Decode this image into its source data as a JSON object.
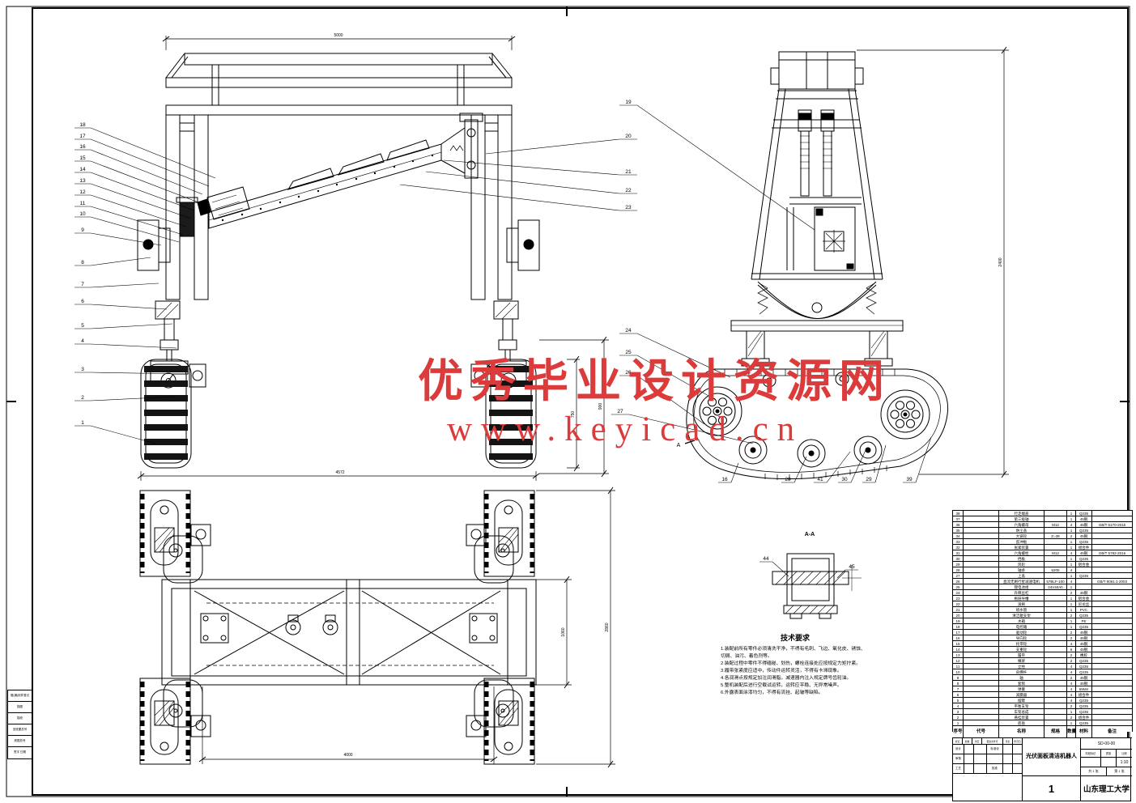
{
  "watermark": {
    "line1": "优秀毕业设计资源网",
    "line2": "www.keyicad.cn",
    "color": "#dc3b3b"
  },
  "views": {
    "detail_title": "A-A",
    "section_label": "A"
  },
  "callouts": {
    "left": [
      "18",
      "17",
      "16",
      "15",
      "14",
      "13",
      "12",
      "11",
      "10",
      "9",
      "8",
      "7",
      "6",
      "5",
      "4",
      "3",
      "2",
      "1"
    ],
    "mid": [
      "19",
      "20",
      "21",
      "22",
      "23"
    ],
    "mid2": [
      "24",
      "25",
      "26",
      "27"
    ],
    "bottom": [
      "16",
      "28",
      "41",
      "30",
      "29",
      "39"
    ],
    "detail": [
      "44",
      "45"
    ]
  },
  "dims": {
    "front_top": "5000",
    "front_bottom": "4572",
    "front_track": "750",
    "front_susp": "900",
    "side_height": "2400",
    "plan_width": "4000",
    "plan_frame": "1060",
    "plan_overall": "2860"
  },
  "tech": {
    "title": "技术要求",
    "lines": [
      "1.装配前所有零件必须清洗干净，不得有毛刺、飞边、氧化皮、锈蚀、切屑、油污、着色剂等。",
      "2.装配过程中零件不得磕碰、划伤，螺栓连接处应按规定力矩拧紧。",
      "3.履带张紧度应适中，传动件运转灵活，不得有卡滞现象。",
      "4.各润滑点按规定加注润滑脂，减速器内注入规定牌号齿轮油。",
      "5.整机装配后进行空载试运转，运转应平稳、无异常噪声。",
      "6.外露表面涂漆均匀，不得有流挂、起皱等缺陷。"
    ]
  },
  "bom": {
    "headers": [
      "序号",
      "代号",
      "名称",
      "规格",
      "数量",
      "材料",
      "备注"
    ],
    "fields": [
      "no",
      "code",
      "name",
      "spec",
      "qty",
      "mat",
      "note"
    ],
    "rows": [
      {
        "no": "38",
        "code": "",
        "name": "行走端盖",
        "spec": "",
        "qty": "1",
        "mat": "Q235",
        "note": ""
      },
      {
        "no": "37",
        "code": "",
        "name": "第三级轴",
        "spec": "",
        "qty": "1",
        "mat": "45钢",
        "note": ""
      },
      {
        "no": "36",
        "code": "",
        "name": "六角螺母",
        "spec": "M12",
        "qty": "4",
        "mat": "45钢",
        "note": "GB/T 6170-2015"
      },
      {
        "no": "35",
        "code": "",
        "name": "防尘盖",
        "spec": "",
        "qty": "1",
        "mat": "Q235",
        "note": ""
      },
      {
        "no": "34",
        "code": "",
        "name": "大链轮",
        "spec": "Z=38",
        "qty": "2",
        "mat": "45钢",
        "note": ""
      },
      {
        "no": "33",
        "code": "",
        "name": "反冲板",
        "spec": "",
        "qty": "1",
        "mat": "Q235",
        "note": ""
      },
      {
        "no": "32",
        "code": "",
        "name": "张紧装置",
        "spec": "",
        "qty": "1",
        "mat": "组合件",
        "note": ""
      },
      {
        "no": "31",
        "code": "",
        "name": "六角螺栓",
        "spec": "M12",
        "qty": "4",
        "mat": "45钢",
        "note": "GB/T 5782-2016"
      },
      {
        "no": "30",
        "code": "",
        "name": "挡板",
        "spec": "",
        "qty": "1",
        "mat": "Q235",
        "note": ""
      },
      {
        "no": "29",
        "code": "",
        "name": "风轮",
        "spec": "",
        "qty": "1",
        "mat": "铝合金",
        "note": ""
      },
      {
        "no": "28",
        "code": "",
        "name": "轴承",
        "spec": "6205",
        "qty": "4",
        "mat": "",
        "note": ""
      },
      {
        "no": "27",
        "code": "",
        "name": "上盖",
        "spec": "",
        "qty": "1",
        "mat": "Q235",
        "note": ""
      },
      {
        "no": "26",
        "code": "",
        "name": "直流无刷行星减速电机",
        "spec": "57BLF-100",
        "qty": "4",
        "mat": "",
        "note": "GB/T 9061.1-2003"
      },
      {
        "no": "25",
        "code": "",
        "name": "锂电池组",
        "spec": "24V40Ah",
        "qty": "1",
        "mat": "",
        "note": ""
      },
      {
        "no": "24",
        "code": "",
        "name": "升降丝杠",
        "spec": "",
        "qty": "2",
        "mat": "45钢",
        "note": ""
      },
      {
        "no": "23",
        "code": "",
        "name": "拖链导槽",
        "spec": "",
        "qty": "1",
        "mat": "铝合金",
        "note": ""
      },
      {
        "no": "22",
        "code": "",
        "name": "滚刷",
        "spec": "",
        "qty": "1",
        "mat": "尼龙丝",
        "note": ""
      },
      {
        "no": "21",
        "code": "",
        "name": "喷水管",
        "spec": "",
        "qty": "1",
        "mat": "PVC",
        "note": ""
      },
      {
        "no": "20",
        "code": "",
        "name": "清洁辊支架",
        "spec": "",
        "qty": "2",
        "mat": "Q235",
        "note": ""
      },
      {
        "no": "19",
        "code": "",
        "name": "水箱",
        "spec": "",
        "qty": "1",
        "mat": "PE",
        "note": ""
      },
      {
        "no": "18",
        "code": "",
        "name": "电控箱",
        "spec": "",
        "qty": "1",
        "mat": "Q235",
        "note": ""
      },
      {
        "no": "17",
        "code": "",
        "name": "驱动轮",
        "spec": "",
        "qty": "2",
        "mat": "45钢",
        "note": ""
      },
      {
        "no": "16",
        "code": "",
        "name": "导向轮",
        "spec": "",
        "qty": "2",
        "mat": "45钢",
        "note": ""
      },
      {
        "no": "15",
        "code": "",
        "name": "托带轮",
        "spec": "",
        "qty": "4",
        "mat": "45钢",
        "note": ""
      },
      {
        "no": "14",
        "code": "",
        "name": "支重轮",
        "spec": "",
        "qty": "6",
        "mat": "45钢",
        "note": ""
      },
      {
        "no": "13",
        "code": "",
        "name": "履带",
        "spec": "",
        "qty": "2",
        "mat": "橡胶",
        "note": ""
      },
      {
        "no": "12",
        "code": "",
        "name": "横梁",
        "spec": "",
        "qty": "2",
        "mat": "Q235",
        "note": ""
      },
      {
        "no": "11",
        "code": "",
        "name": "立柱",
        "spec": "",
        "qty": "4",
        "mat": "Q235",
        "note": ""
      },
      {
        "no": "10",
        "code": "",
        "name": "斜撑杆",
        "spec": "",
        "qty": "4",
        "mat": "Q235",
        "note": ""
      },
      {
        "no": "9",
        "code": "",
        "name": "轴",
        "spec": "",
        "qty": "2",
        "mat": "45钢",
        "note": ""
      },
      {
        "no": "8",
        "code": "",
        "name": "套筒",
        "spec": "",
        "qty": "4",
        "mat": "45钢",
        "note": ""
      },
      {
        "no": "7",
        "code": "",
        "name": "弹簧",
        "spec": "",
        "qty": "4",
        "mat": "65Mn",
        "note": ""
      },
      {
        "no": "6",
        "code": "",
        "name": "减震器",
        "spec": "",
        "qty": "4",
        "mat": "组合件",
        "note": ""
      },
      {
        "no": "5",
        "code": "",
        "name": "摆臂",
        "spec": "",
        "qty": "4",
        "mat": "Q235",
        "note": ""
      },
      {
        "no": "4",
        "code": "",
        "name": "平衡支架",
        "spec": "",
        "qty": "2",
        "mat": "Q235",
        "note": ""
      },
      {
        "no": "3",
        "code": "",
        "name": "车架总成",
        "spec": "",
        "qty": "1",
        "mat": "Q235",
        "note": ""
      },
      {
        "no": "2",
        "code": "",
        "name": "悬挂装置",
        "spec": "",
        "qty": "2",
        "mat": "组合件",
        "note": ""
      },
      {
        "no": "1",
        "code": "",
        "name": "底盘",
        "spec": "",
        "qty": "1",
        "mat": "Q235",
        "note": ""
      }
    ]
  },
  "title_block": {
    "title": "光伏面板清洁机器人",
    "drawing_no": "SD-00-00",
    "stage_label": "阶段标记",
    "weight_label": "质量",
    "scale_label": "比例",
    "scale": "1:10",
    "sheet_total": "共 1 张",
    "sheet_no": "第 1 张",
    "sheet_big": "1",
    "company": "山东理工大学",
    "sig_headers": [
      "标记",
      "处数",
      "分区",
      "更改文件号",
      "签名",
      "年月日"
    ],
    "sig_rows": [
      "设计",
      "审核",
      "工艺"
    ],
    "sig_right": [
      "标准化",
      "",
      "批准"
    ]
  },
  "edge": {
    "rows": [
      "借(通)用件登记",
      "描图",
      "描校",
      "旧底图总号",
      "底图总号",
      "签字 日期"
    ]
  }
}
